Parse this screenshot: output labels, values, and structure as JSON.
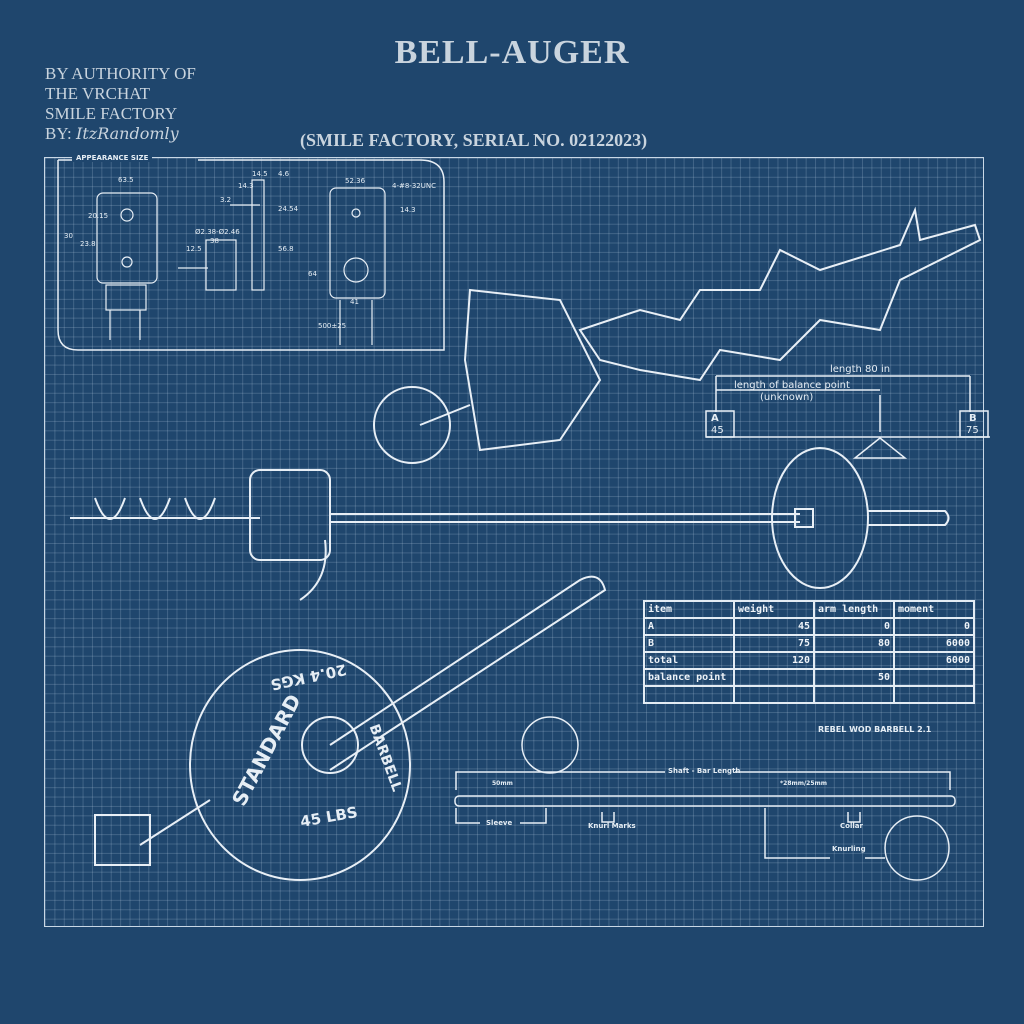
{
  "header": {
    "title": "BELL-AUGER",
    "authority_lines": [
      "BY AUTHORITY OF",
      "THE VRCHAT",
      "SMILE FACTORY"
    ],
    "by_label": "BY:",
    "signature": "ItzRandomly",
    "serial": "(SMILE FACTORY, SERIAL NO. 02122023)"
  },
  "appearance": {
    "label": "APPEARANCE SIZE",
    "dims": [
      "63.5",
      "30",
      "23.8",
      "20.15",
      "14.5",
      "4.6",
      "14.3",
      "3.2",
      "24.54",
      "56.8",
      "12.5",
      "38",
      "52.36",
      "4-#8-32UNC",
      "14.3",
      "64",
      "41",
      "Ø2.38-Ø2.46",
      "500±25"
    ]
  },
  "balance": {
    "length_label": "length  80 in",
    "balance_label": "length of balance point",
    "balance_value": "(unknown)",
    "a_label": "A",
    "a_value": "45",
    "b_label": "B",
    "b_value": "75"
  },
  "table": {
    "headers": [
      "item",
      "weight",
      "arm length",
      "moment"
    ],
    "rows": [
      [
        "A",
        "45",
        "0",
        "0"
      ],
      [
        "B",
        "75",
        "80",
        "6000"
      ],
      [
        "total",
        "120",
        "",
        "6000"
      ],
      [
        "balance point",
        "",
        "50",
        ""
      ],
      [
        "",
        "",
        "",
        ""
      ]
    ]
  },
  "barbell": {
    "title": "REBEL WOD BARBELL 2.1",
    "shaft": "Shaft - Bar Length",
    "sleeve_dia": "50mm",
    "shaft_dia": "*28mm/25mm",
    "sleeve": "Sleeve",
    "knurl_marks": "Knurl Marks",
    "collar": "Collar",
    "knurling": "Knurling"
  },
  "plate": {
    "brand": "STANDARD",
    "kg": "20.4 KGS",
    "lbs": "45 LBS",
    "maker": "BARBELL"
  }
}
